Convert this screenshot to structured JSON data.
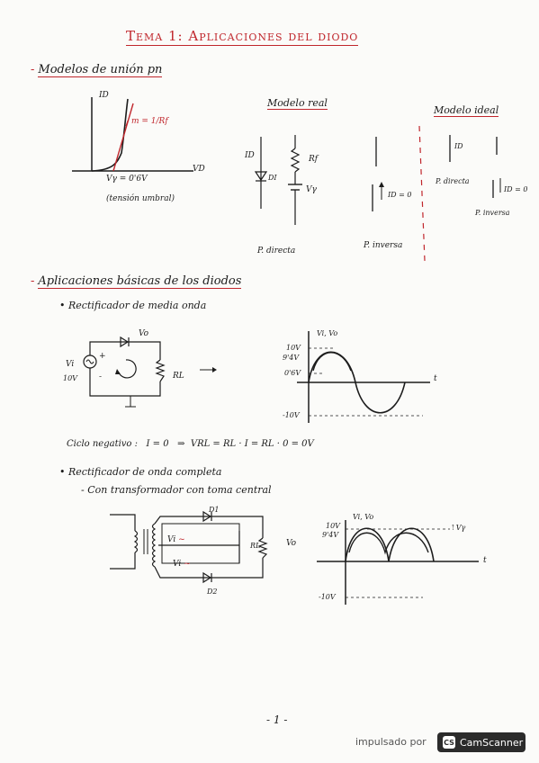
{
  "title": "Tema 1: Aplicaciones del diodo",
  "sections": {
    "modelos": "Modelos de unión pn",
    "aplicaciones": "Aplicaciones básicas de los diodos"
  },
  "graph1": {
    "y_label": "ID",
    "x_label": "VD",
    "slope": "m = 1/Rf",
    "vgamma": "Vγ = 0'6V",
    "caption": "(tensión umbral)"
  },
  "modelo_real": {
    "heading": "Modelo real",
    "id_label": "ID",
    "d_label": "DI",
    "rf_label": "Rf",
    "vg_label": "Vγ",
    "directa": "P. directa",
    "inversa": "P. inversa",
    "id0": "ID = 0"
  },
  "modelo_ideal": {
    "heading": "Modelo ideal",
    "id_label": "ID",
    "directa": "P. directa",
    "inversa": "P. inversa",
    "id0": "ID = 0"
  },
  "rectificador_media": {
    "heading": "Rectificador de media onda",
    "vo": "Vo",
    "vi": "Vi",
    "vi_value": "10V",
    "rl": "RL",
    "plus": "+",
    "minus": "-",
    "graph": {
      "y_label": "Vi, Vo",
      "t_label": "t",
      "y_ticks": [
        "10V",
        "9'4V",
        "0'6V",
        "-10V"
      ]
    }
  },
  "ciclo_negativo": "Ciclo negativo :   I = 0   ⇒  VRL = RL · I = RL · 0 = 0V",
  "rectificador_completa": {
    "heading": "Rectificador de onda completa",
    "sub": "Con transformador con toma central",
    "d1": "D1",
    "d2": "D2",
    "vi": "Vi",
    "rl": "RL",
    "vo": "Vo",
    "graph": {
      "y_label": "Vi, Vo",
      "t_label": "t",
      "y_ticks": [
        "10V",
        "9'4V",
        "-10V"
      ],
      "vg": "Vγ"
    }
  },
  "page_number": "- 1 -",
  "footer": {
    "powered": "impulsado por",
    "brand": "CamScanner",
    "logo": "CS"
  }
}
